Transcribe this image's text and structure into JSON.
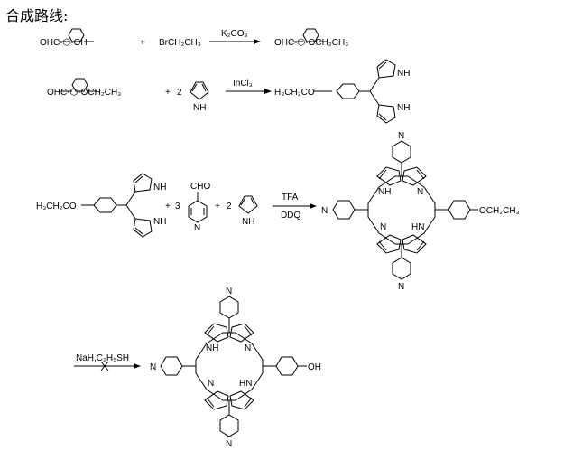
{
  "heading": "合成路线:",
  "step1": {
    "reactant_a": "OHC-⬡-OH",
    "plus": "+",
    "reactant_b": "BrCH₂CH₃",
    "reagent": "K₂CO₃",
    "product": "OHC-⬡-OCH₂CH₃"
  },
  "step2": {
    "reactant_a": "OHC-⬡-OCH₂CH₃",
    "plus": "+",
    "coefficient": "2",
    "nh": "NH",
    "reagent": "InCl₃",
    "product_prefix": "H₃CH₂CO",
    "product_nh_top": "NH",
    "product_nh_bottom": "NH"
  },
  "step3": {
    "reactant_prefix": "H₃CH₂CO",
    "nh_top": "NH",
    "nh_bottom": "NH",
    "plus1": "+",
    "coef1": "3",
    "cho": "CHO",
    "pyridine_n": "N",
    "plus2": "+",
    "coef2": "2",
    "nh": "NH",
    "reagent_top": "TFA",
    "reagent_bottom": "DDQ",
    "porphyrin_nh": "NH",
    "porphyrin_hn": "HN",
    "porphyrin_n1": "N",
    "porphyrin_n2": "N",
    "py_n_left": "N",
    "py_n_top": "N",
    "py_n_bottom": "N",
    "substituent": "OCH₂CH₃"
  },
  "step4": {
    "reagent": "NaH,C₂H₅SH",
    "porphyrin_nh": "NH",
    "porphyrin_hn": "HN",
    "porphyrin_n1": "N",
    "porphyrin_n2": "N",
    "py_n_left": "N",
    "py_n_top": "N",
    "py_n_bottom": "N",
    "substituent": "OH"
  }
}
